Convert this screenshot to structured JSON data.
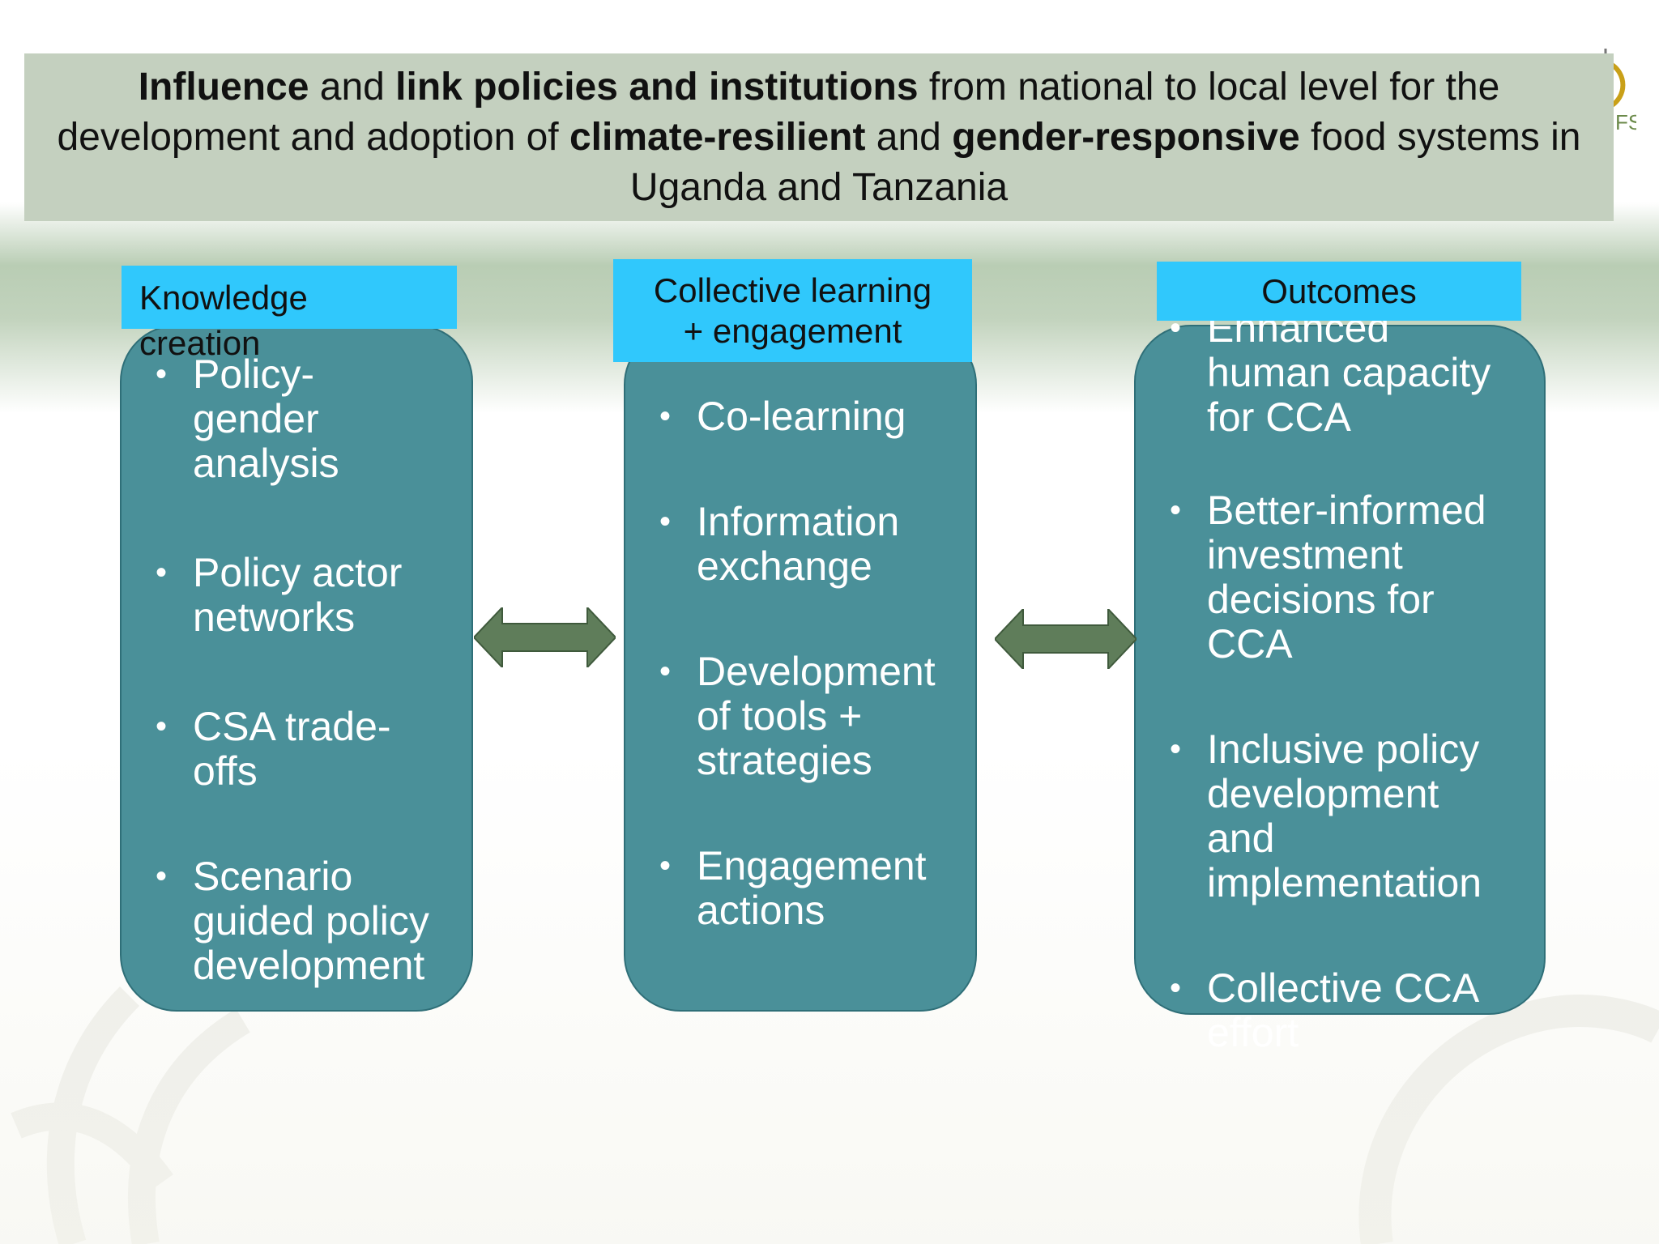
{
  "header": {
    "segments": [
      {
        "text": "Influence",
        "bold": true
      },
      {
        "text": " and ",
        "bold": false
      },
      {
        "text": "link policies and institutions",
        "bold": true
      },
      {
        "text": " from national to local level for the development and adoption of ",
        "bold": false
      },
      {
        "text": "climate-resilient",
        "bold": true
      },
      {
        "text": " and ",
        "bold": false
      },
      {
        "text": "gender-responsive",
        "bold": true
      },
      {
        "text": " food systems in Uganda and Tanzania",
        "bold": false
      }
    ]
  },
  "columns": {
    "knowledge": {
      "label": "Knowledge creation",
      "items": [
        "Policy-gender analysis",
        "Policy actor networks",
        "CSA trade-offs",
        "Scenario guided policy development"
      ]
    },
    "learning": {
      "label_line1": "Collective learning",
      "label_line2": "+ engagement",
      "items": [
        "Co-learning",
        "Information exchange",
        "Development of tools + strategies",
        "Engagement actions"
      ]
    },
    "outcomes": {
      "label": "Outcomes",
      "items": [
        "Enhanced human capacity for CCA",
        "Better-informed investment decisions for CCA",
        "Inclusive policy development and implementation",
        "Collective CCA effort"
      ]
    }
  },
  "colors": {
    "box_fill": "#4a9099",
    "label_fill": "#30c8fc",
    "arrow_fill": "#5f7d5a",
    "header_fill": "#c4d0bf"
  }
}
